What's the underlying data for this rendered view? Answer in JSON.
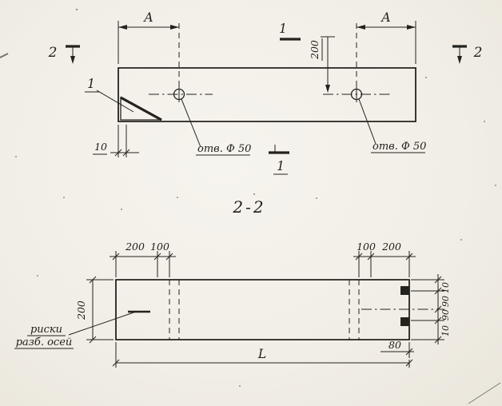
{
  "colors": {
    "paper": "#f1eee6",
    "ink": "#24221d"
  },
  "top_view": {
    "dim_a_left": "А",
    "dim_a_right": "А",
    "section2_left": "2",
    "section2_right": "2",
    "section1_top": "1",
    "section1_bottom": "1",
    "detail_label": "1",
    "dim_200": "200",
    "dim_10": "10",
    "hole_left": "отв. Ф 50",
    "hole_right": "отв. Ф 50"
  },
  "section_view": {
    "title": "2-2",
    "dim_top_left_200": "200",
    "dim_top_left_100": "100",
    "dim_top_right_100": "100",
    "dim_top_right_200": "200",
    "dim_height_200": "200",
    "dim_right_10_top": "10",
    "dim_right_90_top": "90",
    "dim_right_90_bottom": "90",
    "dim_right_10_bottom": "10",
    "dim_80": "80",
    "dim_length": "L",
    "note_line1": "риски",
    "note_line2": "разб. осей"
  }
}
